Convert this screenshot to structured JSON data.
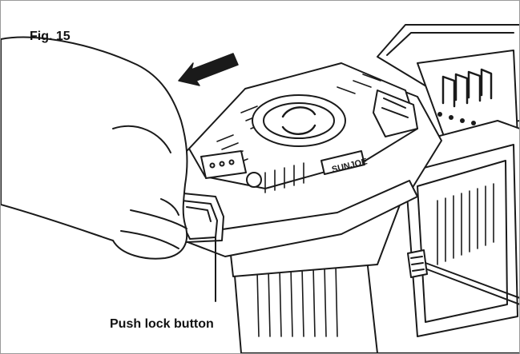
{
  "figure": {
    "title": "Fig. 15",
    "callout_label": "Push lock button",
    "brand_mark": "SUNJOE"
  },
  "colors": {
    "line": "#1a1a1a",
    "fill": "#ffffff",
    "frame": "#9a9a9a"
  },
  "icons": [
    "direction-arrow-icon",
    "sun-logo-icon"
  ]
}
